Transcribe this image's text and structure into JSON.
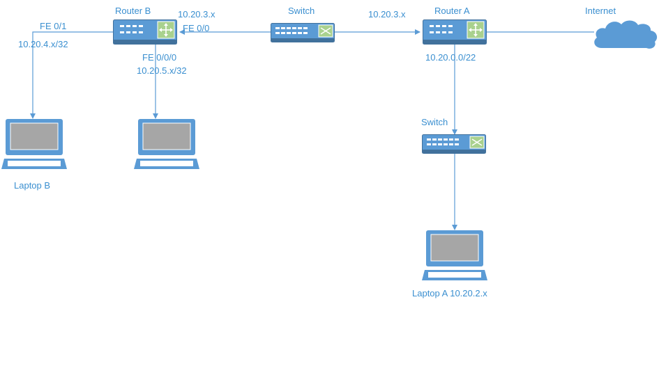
{
  "colors": {
    "line": "#5b9bd5",
    "device_fill": "#5b9bd5",
    "device_stroke": "#41719c",
    "router_accent": "#a9d18e",
    "screen": "#a6a6a6",
    "text": "#3a8fd0"
  },
  "nodes": {
    "router_b": {
      "label": "Router B",
      "icon": "router-icon"
    },
    "router_a": {
      "label": "Router A",
      "icon": "router-icon"
    },
    "switch_top": {
      "label": "Switch",
      "icon": "switch-icon"
    },
    "switch_lower": {
      "label": "Switch",
      "icon": "switch-icon"
    },
    "internet": {
      "label": "Internet",
      "icon": "cloud-icon"
    },
    "laptop_b": {
      "label": "Laptop B",
      "icon": "laptop-icon"
    },
    "laptop_b2": {
      "label": "",
      "icon": "laptop-icon"
    },
    "laptop_a": {
      "label": "Laptop A 10.20.2.x",
      "icon": "laptop-icon"
    }
  },
  "annotations": {
    "rb_fe01": "FE 0/1",
    "rb_fe01_addr": "10.20.4.x/32",
    "rb_fe00_addr": "10.20.3.x",
    "rb_fe00": "FE 0/0",
    "rb_fe000": "FE 0/0/0",
    "rb_fe000_addr": "10.20.5.x/32",
    "ra_link_addr": "10.20.3.x",
    "ra_subnet": "10.20.0.0/22"
  }
}
